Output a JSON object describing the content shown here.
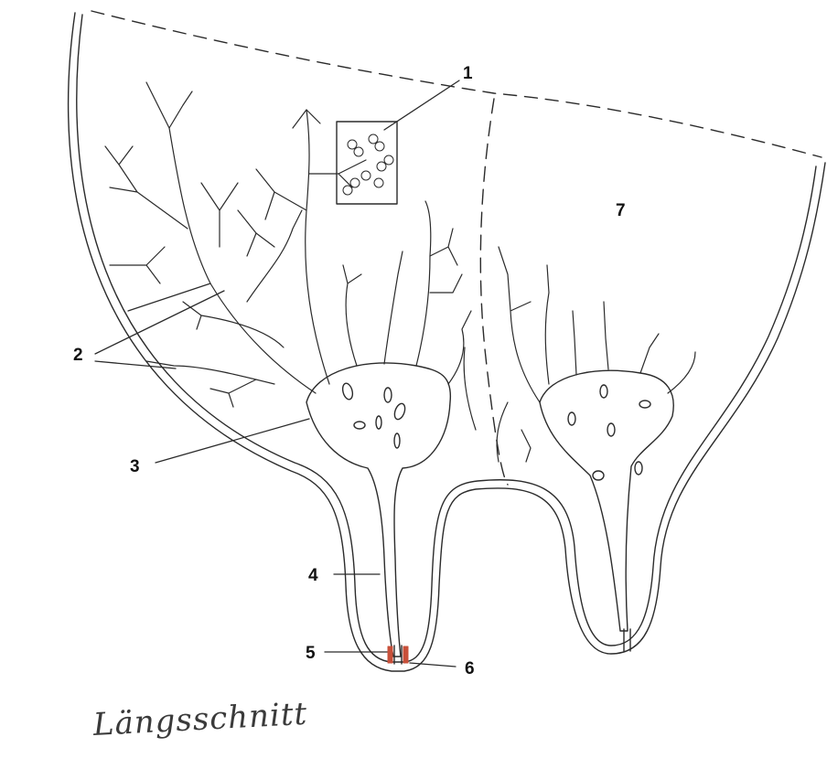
{
  "labels": {
    "l1": "1",
    "l2": "2",
    "l3": "3",
    "l4": "4",
    "l5": "5",
    "l6": "6",
    "l7": "7"
  },
  "caption": "Längsschnitt",
  "colors": {
    "line": "#2b2b2b",
    "sphincter": "#c8503a",
    "background": "#ffffff"
  }
}
